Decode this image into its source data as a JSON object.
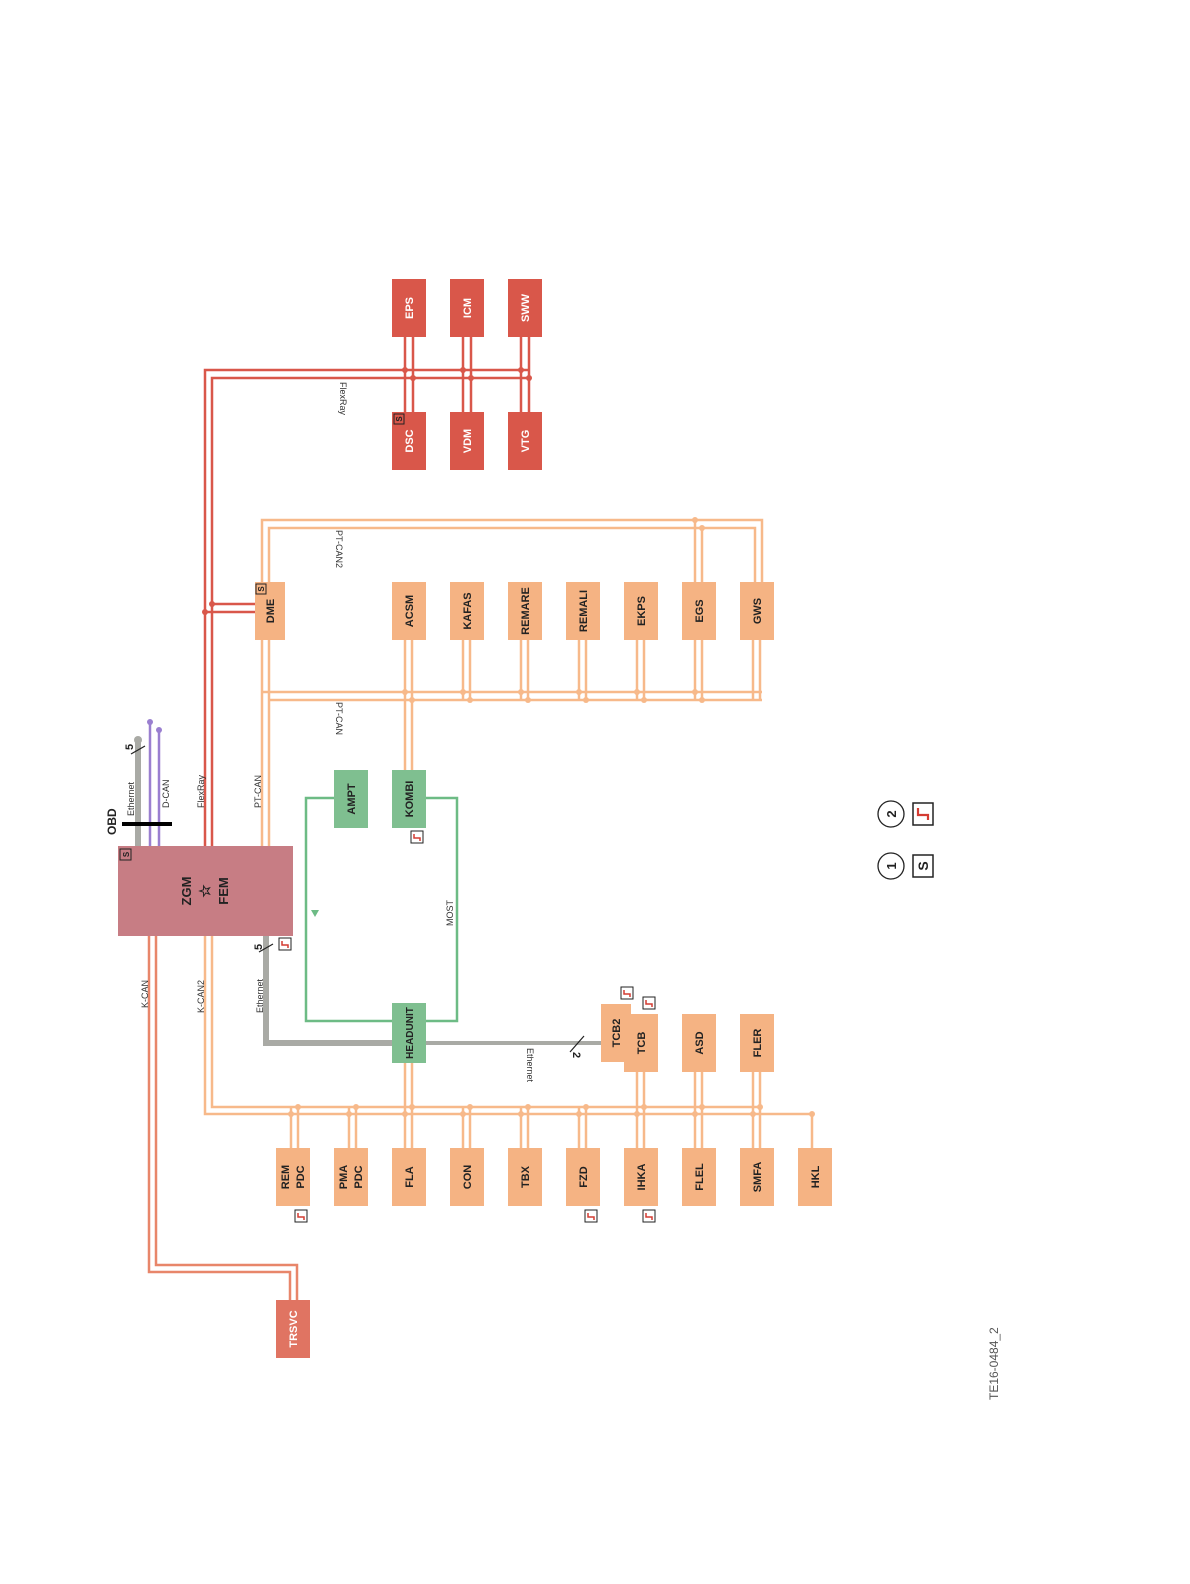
{
  "colors": {
    "flexray": "#d9574a",
    "ptcan": "#f7b98a",
    "kcan": "#e8866a",
    "most": "#6dbb85",
    "ethernet": "#a9aaa5",
    "dcan": "#9a7fd0",
    "zgm": "#c77d84",
    "module_orange": "#f5b383",
    "module_red": "#d9574a",
    "module_green": "#7fbf90",
    "trsvc": "#e07462"
  },
  "gateway": {
    "line1": "ZGM",
    "star": "☆",
    "line2": "FEM",
    "badge": "S"
  },
  "obd": {
    "label": "OBD",
    "ethernet": "Ethernet",
    "dcan": "D-CAN",
    "count": "5"
  },
  "buses": {
    "flexray": "FlexRay",
    "flexray_far": "FlexRay",
    "ptcan": "PT-CAN",
    "ptcan_far": "PT-CAN",
    "ptcan2": "PT-CAN2",
    "kcan": "K-CAN",
    "kcan2": "K-CAN2",
    "ethernet_lower": "Ethernet",
    "ethernet_lower_count": "5",
    "ethernet_tcb": "Ethernet",
    "ethernet_tcb_count": "2",
    "most": "MOST"
  },
  "modules": {
    "dme": "DME",
    "dme_badge": "S",
    "flexray": [
      "DSC",
      "VDM",
      "VTG",
      "EPS",
      "ICM",
      "SWW"
    ],
    "dsc_badge": "S",
    "ptcan2": [
      "ACSM",
      "KAFAS",
      "REMARE",
      "REMALI",
      "EKPS",
      "EGS",
      "GWS"
    ],
    "most": [
      "AMPT",
      "KOMBI",
      "HEADUNIT"
    ],
    "kcan2_bottom": [
      {
        "l1": "REM",
        "l2": "PDC"
      },
      {
        "l1": "PMA",
        "l2": "PDC"
      },
      {
        "l1": "FLA"
      },
      {
        "l1": "CON"
      },
      {
        "l1": "TBX"
      },
      {
        "l1": "FZD"
      },
      {
        "l1": "IHKA"
      },
      {
        "l1": "FLEL"
      },
      {
        "l1": "SMFA"
      },
      {
        "l1": "HKL"
      }
    ],
    "kcan2_upper": [
      "TCB",
      "ASD",
      "FLER"
    ],
    "tcb2": "TCB2",
    "trsvc": "TRSVC"
  },
  "legend": {
    "item1_number": "1",
    "item1_symbol": "S",
    "item2_number": "2"
  },
  "reference": "TE16-0484_2"
}
